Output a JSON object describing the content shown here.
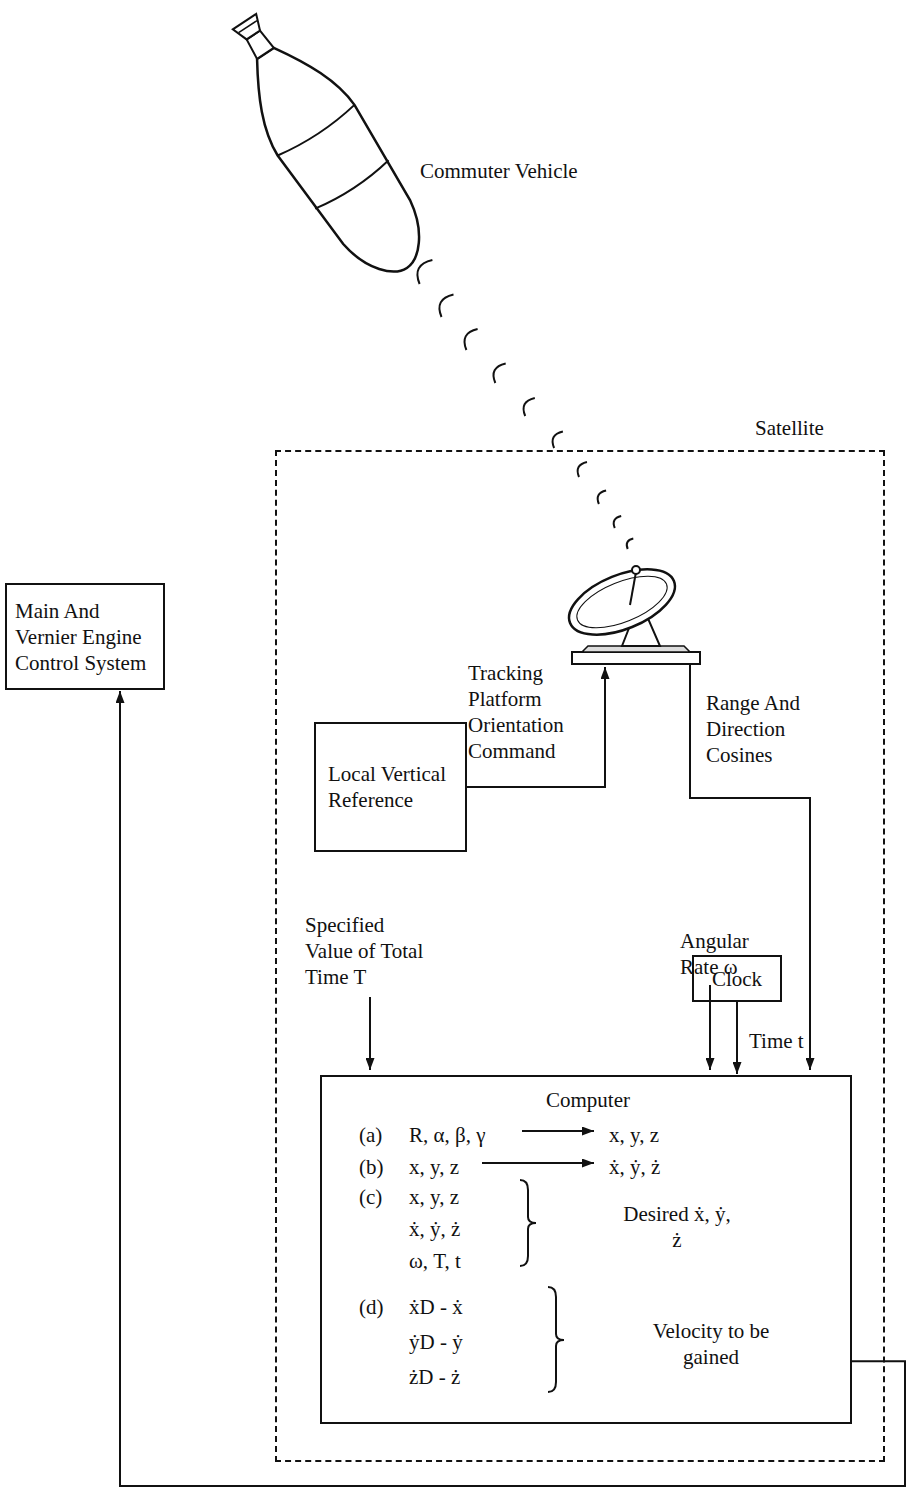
{
  "diagram": {
    "nodes": [
      {
        "text": [
          "Satellite"
        ]
      },
      {
        "text": [
          "Local Vertical Reference"
        ],
        "in": 0
      },
      {
        "text": [
          "Clock"
        ],
        "in": 0
      },
      {
        "text": [
          "Computer",
          "(a)",
          "R, α, β, γ",
          "x, y, z",
          "(b)",
          "x, y, z",
          "ẋ, ẏ, ż",
          "(c)",
          "x, y, z",
          "ẋ, ẏ, ż",
          "ω, T, t",
          "Desired ẋ, ẏ, ż",
          "(d)",
          "ẋD - ẋ",
          "ẏD - ẏ",
          "żD - ż",
          "Velocity to be gained"
        ],
        "in": 0
      },
      {
        "text": [
          "Main And Vernier Engine Control System"
        ]
      }
    ],
    "edges": [
      {
        "from": 2,
        "to": 3,
        "label": "Time t",
        "arrow": "to"
      },
      {
        "from": 3,
        "to": 4,
        "arrow": "to"
      }
    ],
    "labels": [
      "Commuter Vehicle",
      "Tracking Platform Orientation Command",
      "Range And Direction Cosines",
      "Specified Value of Total Time T",
      "Angular Rate ω"
    ]
  }
}
